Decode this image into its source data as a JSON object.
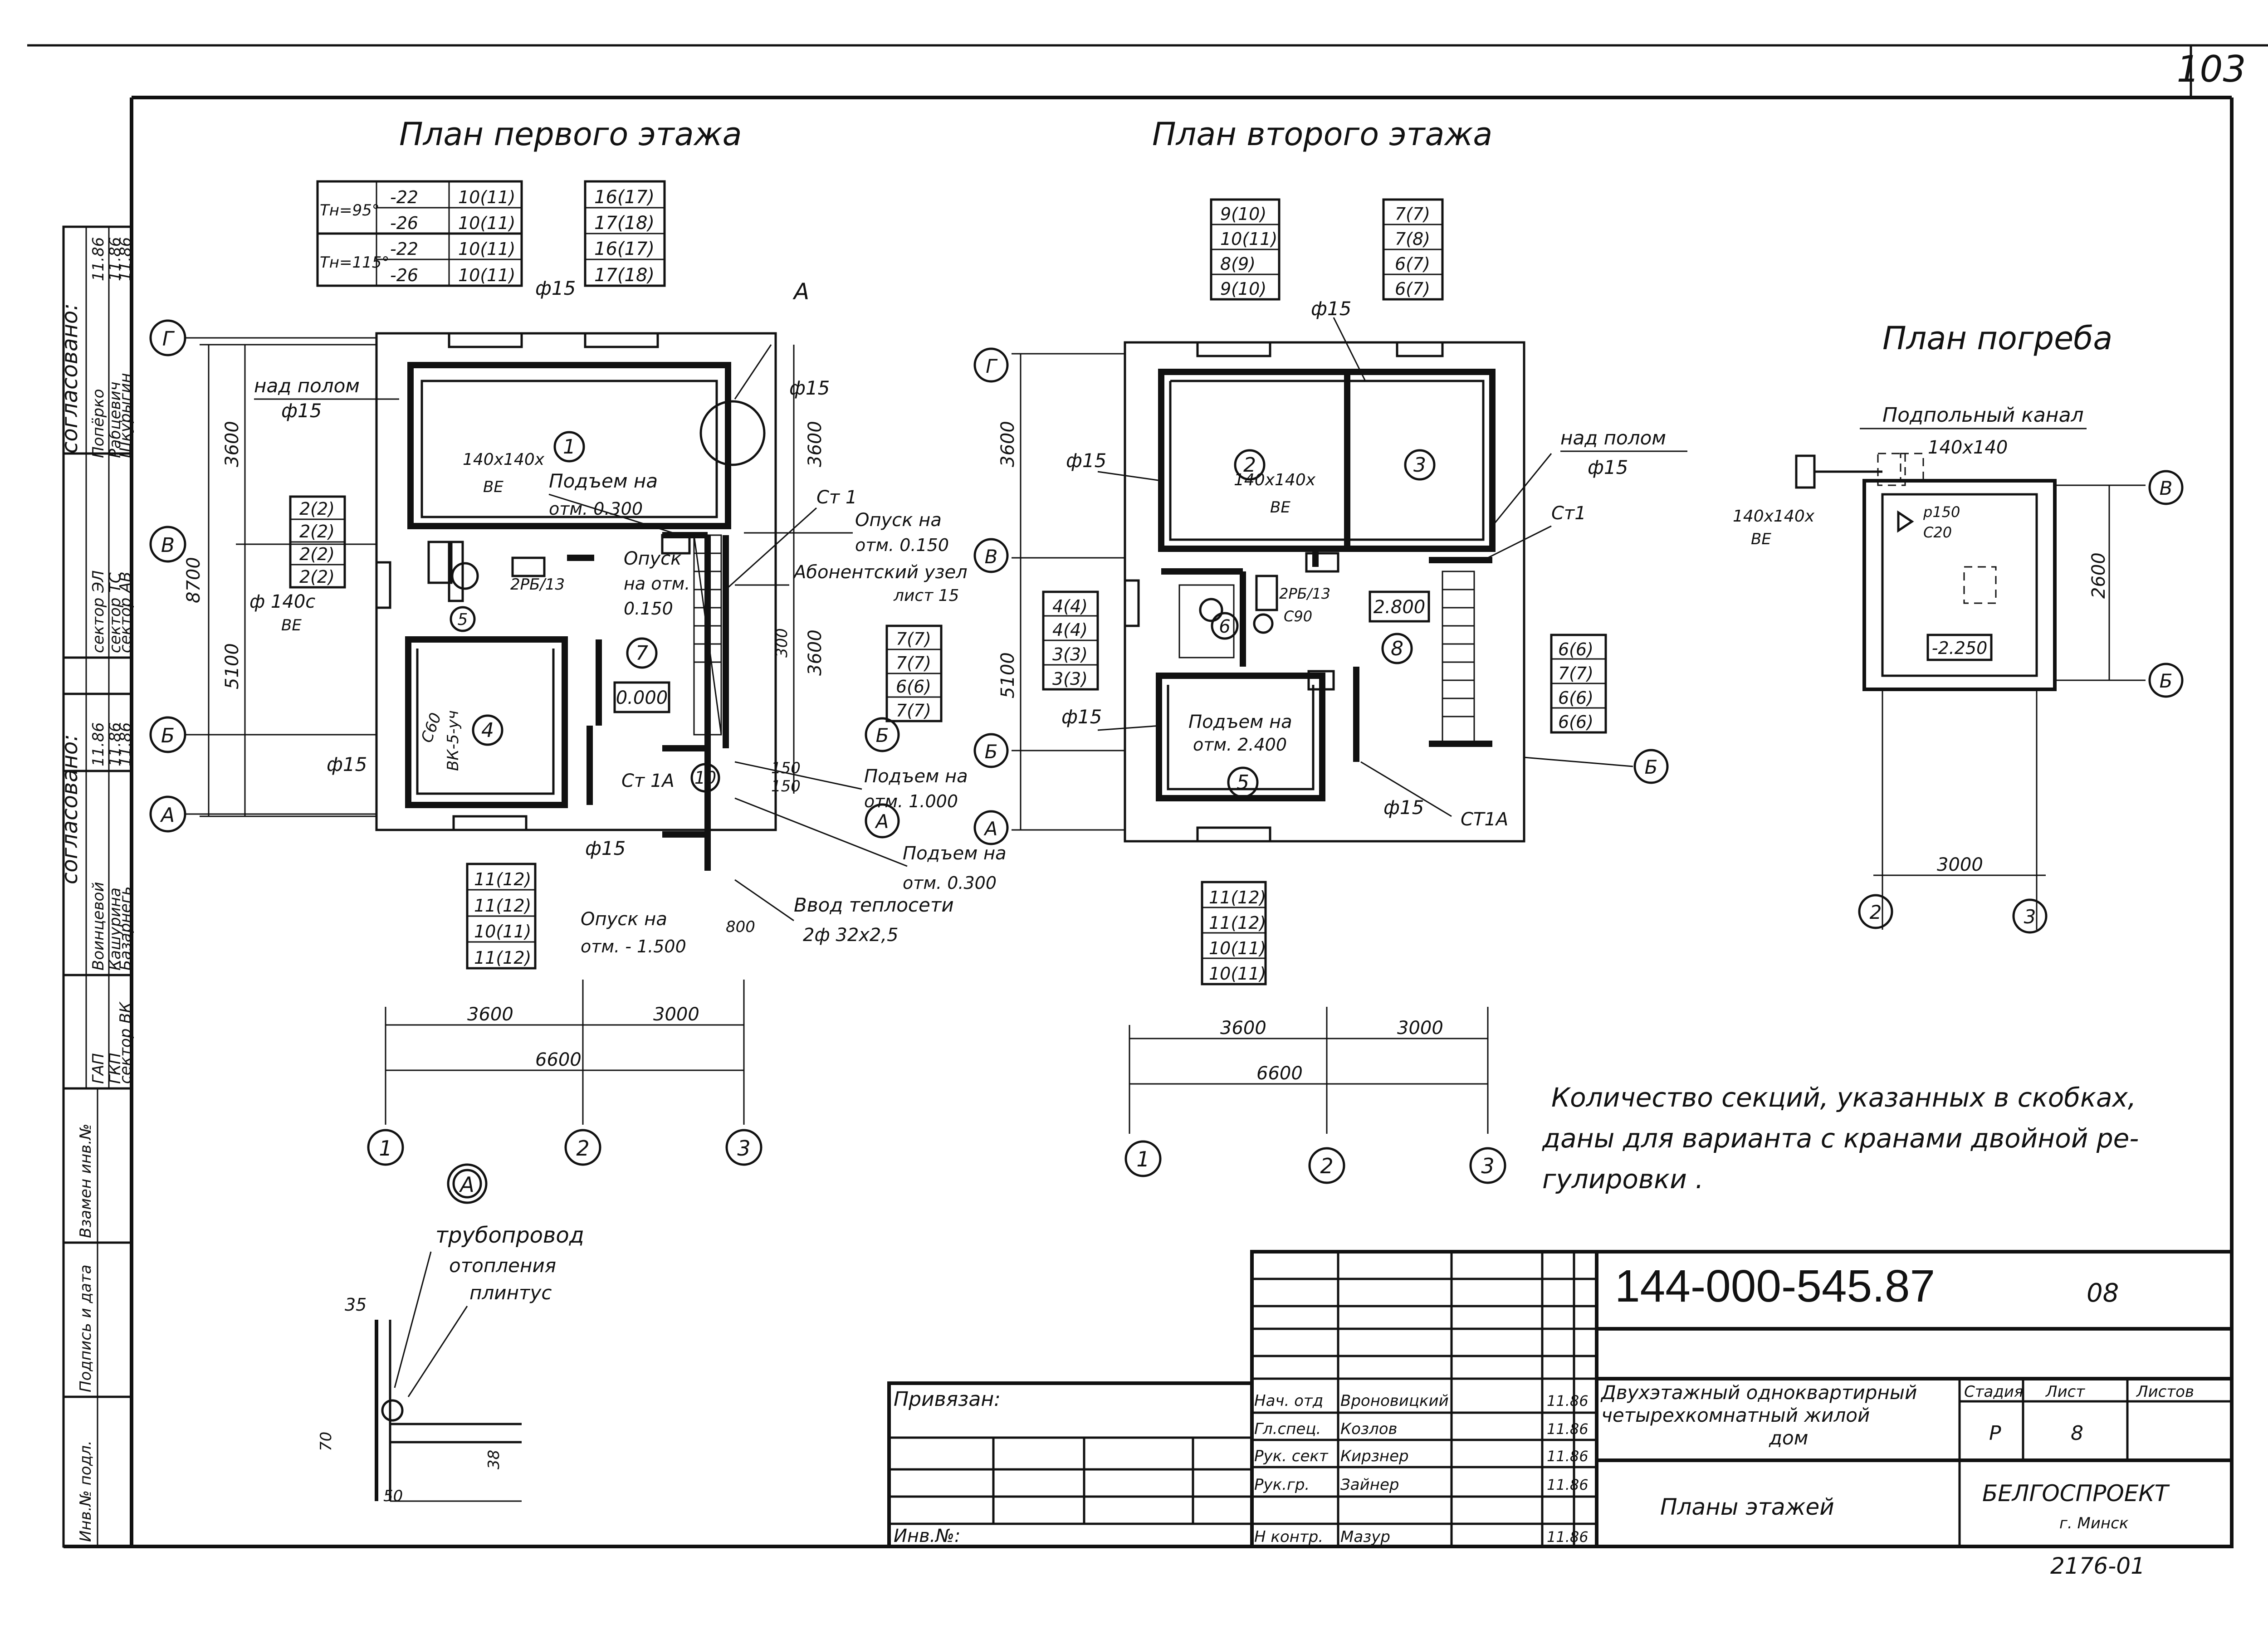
{
  "sheet_number_corner": "103",
  "titles": {
    "first_floor": "План первого этажа",
    "second_floor": "План второго этажа",
    "cellar": "План погреба"
  },
  "left_strip": {
    "agreed_header": "согласовано:",
    "agreed2_header": "согласовано:",
    "rows_right": [
      {
        "dept": "сектор ЭЛ",
        "name": "Попёрко",
        "date": "11.86"
      },
      {
        "dept": "сектор ТС",
        "name": "Рабцевич",
        "date": "11.86"
      },
      {
        "dept": "сектор АВ",
        "name": "Шкурыгин",
        "date": "11.86"
      }
    ],
    "rows_left": [
      {
        "role": "ГАП",
        "name": "Воинцевой",
        "date": "11.86"
      },
      {
        "role": "ГКП",
        "name": "Кашурина",
        "date": "11.86"
      },
      {
        "role": "сектор ВК",
        "name": "Базарнегь",
        "date": "11.86"
      }
    ],
    "bottom_cells": [
      "Взамен инв.№",
      "Подпись и дата",
      "Инв.№ подл."
    ]
  },
  "first_floor": {
    "table_left": {
      "tn1": "Тн=95°",
      "tn2": "Тн=115°",
      "rows": [
        [
          "-22",
          "10(11)"
        ],
        [
          "-26",
          "10(11)"
        ],
        [
          "-22",
          "10(11)"
        ],
        [
          "-26",
          "10(11)"
        ]
      ]
    },
    "table_right": [
      "16(17)",
      "17(18)",
      "16(17)",
      "17(18)"
    ],
    "table_mid_left": [
      "2(2)",
      "2(2)",
      "2(2)",
      "2(2)"
    ],
    "table_mid_right": [
      "7(7)",
      "7(7)",
      "6(6)",
      "7(7)"
    ],
    "table_bottom": [
      "11(12)",
      "11(12)",
      "10(11)",
      "11(12)"
    ],
    "labels": {
      "nad_polom": "над полом",
      "d15": "ф15",
      "vent": "140х140х",
      "be": "ВЕ",
      "podem_1": "Подъем на",
      "otm_0300": "отм. 0.300",
      "opusk_na": "Опуск на",
      "otm_0150": "отм. 0.150",
      "abon_uzel": "Абонентский узел",
      "list15": "лист 15",
      "opusk2": "Опуск",
      "na_otm": "на отм.",
      "v0150": "0.150",
      "d140": "ф 140с",
      "be2": "ВЕ",
      "rb": "2РБ/13",
      "val_0000": "0.000",
      "bk": "ВК-5-уч",
      "c_60": "С60",
      "st1": "Ст 1",
      "st1a": "Ст 1А",
      "podem_2": "Подъем на",
      "otm_1000": "отм. 1.000",
      "podem_3": "Подъем на",
      "otm_0300b": "отм. 0.300",
      "opusk_na2": "Опуск на",
      "otm_1500": "отм. - 1.500",
      "vvod": "Ввод теплосети",
      "vvod_pipe": "2ф 32х2,5",
      "letter_a": "А",
      "dim_35": "35"
    },
    "dims": {
      "d3600": "3600",
      "d3000": "3000",
      "d6600": "6600",
      "d8700": "8700",
      "d5100": "5100",
      "d3600v": "3600",
      "d3600v2": "3600",
      "d300": "300",
      "d150": "150",
      "d800": "800"
    },
    "rooms": [
      "1",
      "4",
      "5",
      "7",
      "10"
    ],
    "axes_h": [
      "1",
      "2",
      "3"
    ],
    "axes_v": [
      "Г",
      "В",
      "Б",
      "А"
    ]
  },
  "second_floor": {
    "table_left": [
      "9(10)",
      "10(11)",
      "8(9)",
      "9(10)"
    ],
    "table_right": [
      "7(7)",
      "7(8)",
      "6(7)",
      "6(7)"
    ],
    "table_mid": [
      "4(4)",
      "4(4)",
      "3(3)",
      "3(3)"
    ],
    "table_right2": [
      "6(6)",
      "7(7)",
      "6(6)",
      "6(6)"
    ],
    "table_bottom": [
      "11(12)",
      "11(12)",
      "10(11)",
      "10(11)"
    ],
    "labels": {
      "d15": "ф15",
      "vent": "140х140х",
      "be": "ВЕ",
      "nad_polom": "над полом",
      "d15b": "ф15",
      "st1": "Ст1",
      "rb": "2РБ/13",
      "c90": "С90",
      "val_2800": "2.800",
      "podem": "Подъем на",
      "otm_2400": "отм. 2.400",
      "st1a": "СТ1А",
      "d15c": "ф15"
    },
    "dims": {
      "d3600": "3600",
      "d3000": "3000",
      "d6600": "6600",
      "d3600v": "3600",
      "d5100": "5100"
    },
    "rooms": [
      "2",
      "3",
      "5",
      "6",
      "8"
    ],
    "axes_h": [
      "1",
      "2",
      "3"
    ],
    "axes_v": [
      "Г",
      "В",
      "Б",
      "А"
    ]
  },
  "cellar": {
    "channel": "Подпольный канал",
    "channel_size": "140х140",
    "vent": "140х140х",
    "be": "ВЕ",
    "p150": "р150",
    "c20": "С20",
    "level": "-2.250",
    "dim": "3000",
    "dimv": "2600",
    "axes": [
      "2",
      "3",
      "В",
      "Б"
    ]
  },
  "note": "Количество секций, указанных в скобках, даны для варианта с кранами двойной ре- гулировки.",
  "note_lines": [
    "Количество секций, указанных в скобках,",
    "даны для варианта с кранами двойной ре-",
    "гулировки ."
  ],
  "detail": {
    "marker": "А",
    "pipe1": "трубопровод",
    "pipe2": "отопления",
    "pipe3": "плинтус",
    "d35": "35",
    "d70": "70",
    "d38": "38",
    "d50": "50"
  },
  "title_block": {
    "code": "144-000-545.87",
    "suffix": "08",
    "privyazan": "Привязан:",
    "inv": "Инв.№:",
    "people": [
      {
        "role": "Нач. отд",
        "name": "Вроновицкий",
        "date": "11.86"
      },
      {
        "role": "Гл.спец.",
        "name": "Козлов",
        "date": "11.86"
      },
      {
        "role": "Рук. сект",
        "name": "Кирзнер",
        "date": "11.86"
      },
      {
        "role": "Рук.гр.",
        "name": "Зайнер",
        "date": "11.86"
      },
      {
        "role": "Н контр.",
        "name": "Мазур",
        "date": "11.86"
      }
    ],
    "project_l1": "Двухэтажный одноквартирный",
    "project_l2": "четырехкомнатный жилой",
    "project_l3": "дом",
    "stage_h": "Стадия",
    "sheet_h": "Лист",
    "sheets_h": "Листов",
    "stage": "Р",
    "sheet": "8",
    "sheet_title": "Планы этажей",
    "org": "БЕЛГОСПРОЕКТ",
    "city": "г. Минск",
    "stamp_no": "2176-01"
  }
}
